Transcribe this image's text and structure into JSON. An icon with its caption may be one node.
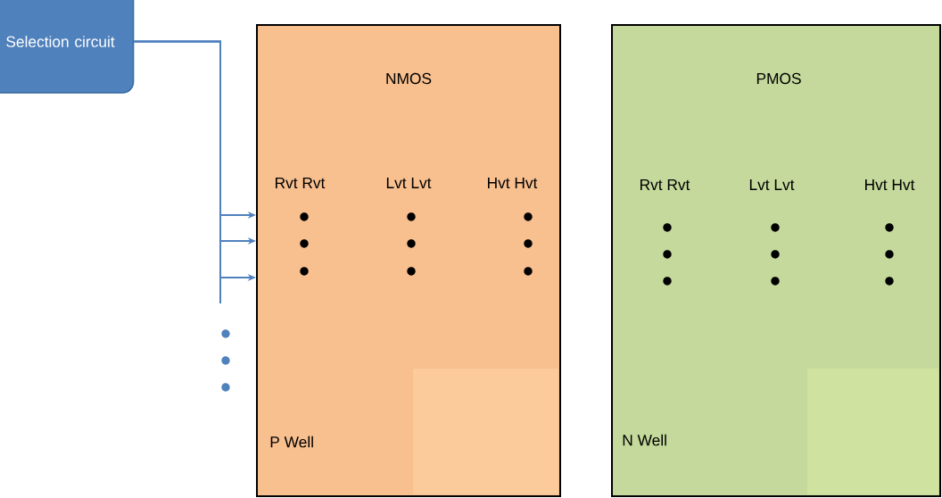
{
  "diagram": {
    "nodes": [
      {
        "text": [
          "Selection circuit"
        ]
      },
      {
        "text": [
          "NMOS",
          "P Well"
        ]
      },
      {
        "text": [
          "PMOS",
          "N Well"
        ]
      }
    ],
    "edges": [
      {
        "from": 0,
        "to": 1,
        "arrow": "to"
      },
      {
        "from": 0,
        "to": 1,
        "arrow": "to"
      },
      {
        "from": 0,
        "to": 1,
        "arrow": "to"
      }
    ],
    "labels": [
      "Rvt Rvt",
      "Lvt Lvt",
      "Hvt Hvt",
      "Rvt Rvt",
      "Lvt Lvt",
      "Hvt Hvt"
    ]
  }
}
